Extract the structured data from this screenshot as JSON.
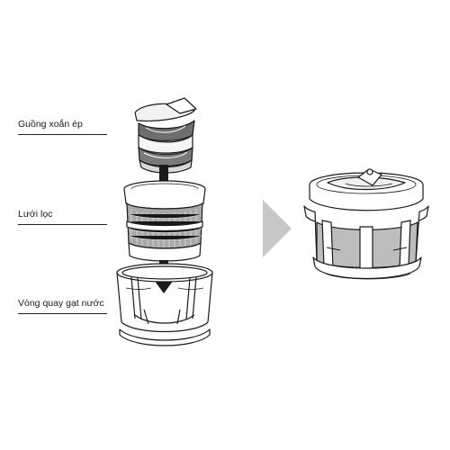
{
  "labels": {
    "auger": "Guồng xoắn ép",
    "filter": "Lưới lọc",
    "spinning_brush": "Vòng quay gạt nước"
  },
  "colors": {
    "ink": "#1a1a1a",
    "arrow": "#1a1a1a",
    "transition_arrow": "#c8c8c8",
    "filter_mesh": "#9a9a9a",
    "assembled_mesh": "#bdbdbd"
  }
}
